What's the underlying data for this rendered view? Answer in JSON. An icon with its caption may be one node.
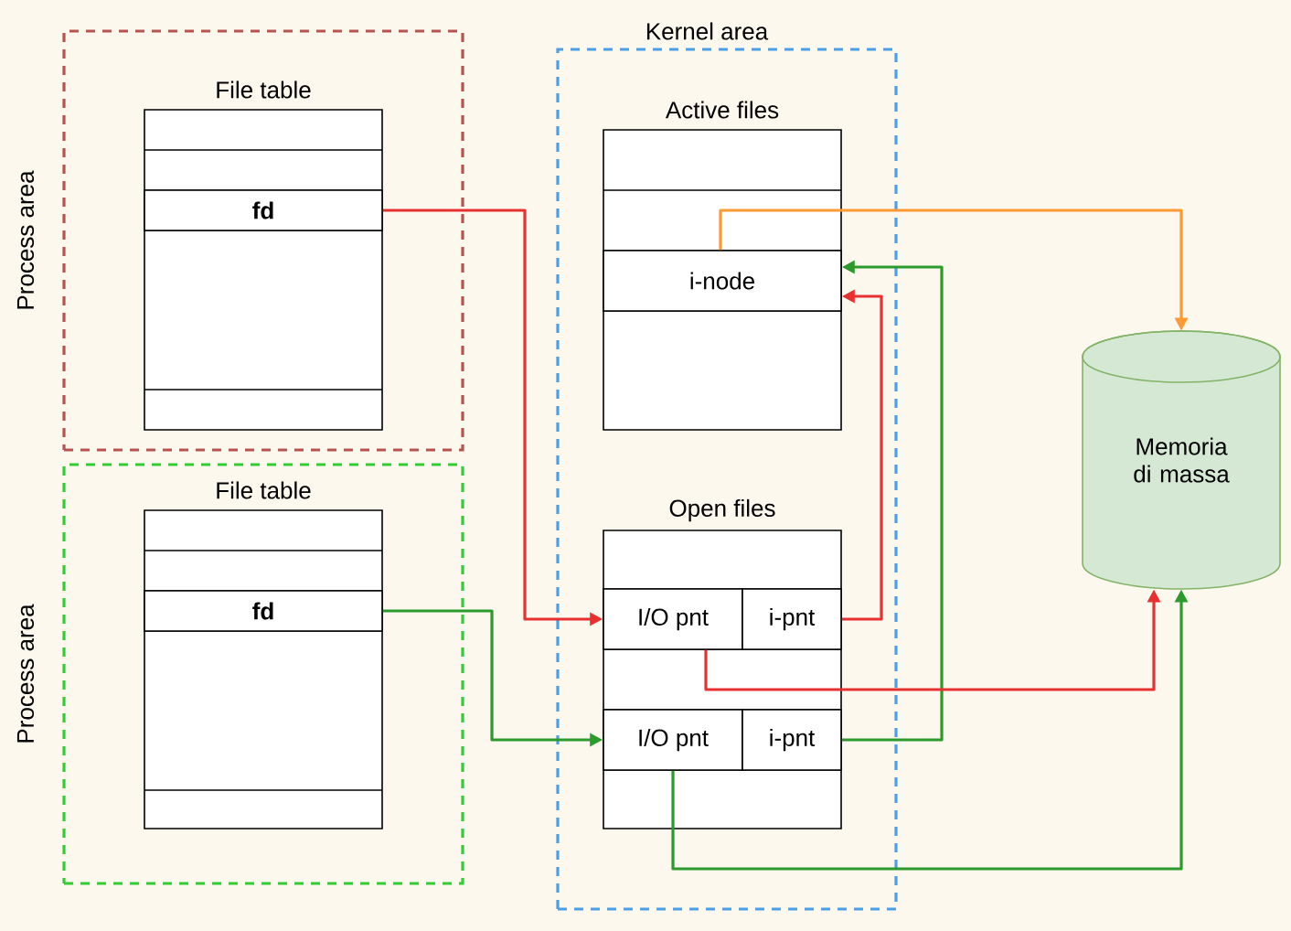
{
  "diagram": {
    "nodes": [
      {
        "text": [
          "Process area"
        ]
      },
      {
        "text": [
          "File table"
        ],
        "in": 0
      },
      {
        "text": [
          "fd"
        ],
        "in": 1
      },
      {
        "text": [
          "Process area"
        ]
      },
      {
        "text": [
          "File table"
        ],
        "in": 3
      },
      {
        "text": [
          "fd"
        ],
        "in": 4
      },
      {
        "text": [
          "Kernel area"
        ]
      },
      {
        "text": [
          "Active files"
        ],
        "in": 6
      },
      {
        "text": [
          "i-node"
        ],
        "in": 7
      },
      {
        "text": [
          "Open files"
        ],
        "in": 6
      },
      {
        "text": [
          "I/O pnt"
        ],
        "in": 9
      },
      {
        "text": [
          "i-pnt"
        ],
        "in": 9
      },
      {
        "text": [
          "I/O pnt"
        ],
        "in": 9
      },
      {
        "text": [
          "i-pnt"
        ],
        "in": 9
      },
      {
        "text": [
          "Memoria di massa"
        ]
      }
    ],
    "edges": [
      {
        "from": 2,
        "to": 10,
        "arrow": "to",
        "color": "#e83030"
      },
      {
        "from": 5,
        "to": 12,
        "arrow": "to",
        "color": "#2c9a2c"
      },
      {
        "from": 11,
        "to": 8,
        "arrow": "to",
        "color": "#e83030"
      },
      {
        "from": 13,
        "to": 8,
        "arrow": "to",
        "color": "#2c9a2c"
      },
      {
        "from": 8,
        "to": 14,
        "arrow": "to",
        "color": "#ff9933"
      },
      {
        "from": 10,
        "to": 14,
        "arrow": "to",
        "color": "#e83030"
      },
      {
        "from": 12,
        "to": 14,
        "arrow": "to",
        "color": "#2c9a2c"
      }
    ]
  }
}
